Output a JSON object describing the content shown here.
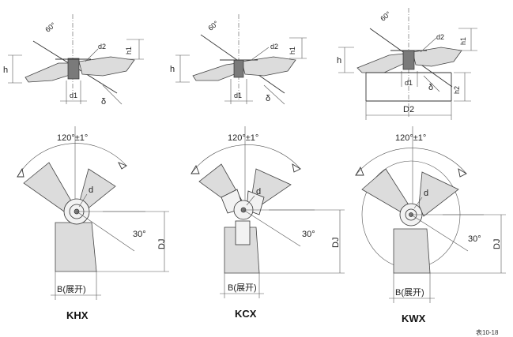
{
  "models": [
    {
      "name": "KHX",
      "arc_label": "120°±1°",
      "hub_label": "d",
      "angle_label": "30°",
      "height_label": "DJ",
      "width_label": "B(展开)"
    },
    {
      "name": "KCX",
      "arc_label": "120°±1°",
      "hub_label": "d",
      "angle_label": "30°",
      "height_label": "DJ",
      "width_label": "B(展开)"
    },
    {
      "name": "KWX",
      "arc_label": "120°±1°",
      "hub_label": "d",
      "angle_label": "30°",
      "height_label": "DJ",
      "width_label": "B(展开)"
    }
  ],
  "side_views": [
    {
      "angle": "60°",
      "h": "h",
      "h1": "h1",
      "d1": "d1",
      "d2": "d2",
      "delta": "δ"
    },
    {
      "angle": "60°",
      "h": "h",
      "h1": "h1",
      "d1": "d1",
      "d2": "d2",
      "delta": "δ"
    },
    {
      "angle": "60°",
      "h": "h",
      "h1": "h1",
      "h2": "h2",
      "d1": "d1",
      "d2": "d2",
      "D2": "D2",
      "delta": "δ"
    }
  ],
  "table_ref": "表10-18"
}
